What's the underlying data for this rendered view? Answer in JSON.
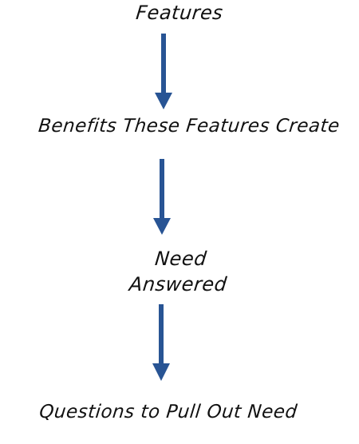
{
  "diagram": {
    "steps": [
      {
        "label": "Features"
      },
      {
        "label": "Benefits These Features Create"
      },
      {
        "label_lines": [
          "Need",
          "Answered"
        ]
      },
      {
        "label": "Questions to Pull Out Need"
      }
    ],
    "arrow_color": "#285494"
  }
}
